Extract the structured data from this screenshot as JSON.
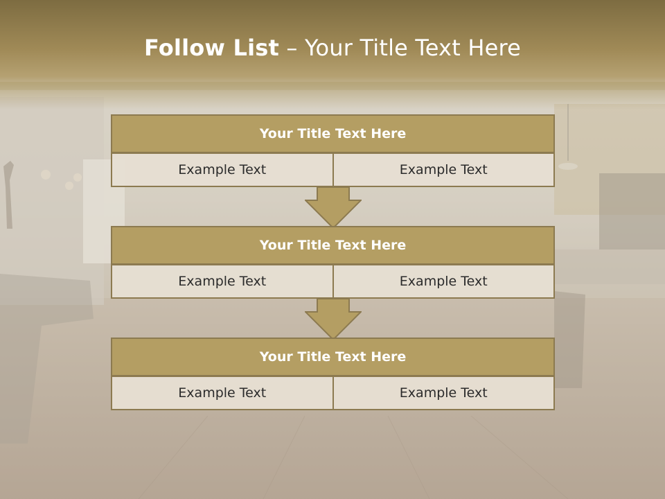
{
  "slide": {
    "title_bold": "Follow List",
    "title_rest": " – Your Title Text Here",
    "colors": {
      "header_band": "#8a7748",
      "box_header": "#b49e63",
      "box_border": "#8c7a50",
      "cell_bg": "#e6dfd2",
      "arrow": "#b49e63"
    },
    "steps": [
      {
        "title": "Your Title Text Here",
        "left": "Example Text",
        "right": "Example Text"
      },
      {
        "title": "Your Title Text Here",
        "left": "Example Text",
        "right": "Example Text"
      },
      {
        "title": "Your Title Text Here",
        "left": "Example Text",
        "right": "Example Text"
      }
    ],
    "arrow_icon": "down-arrow-icon"
  }
}
